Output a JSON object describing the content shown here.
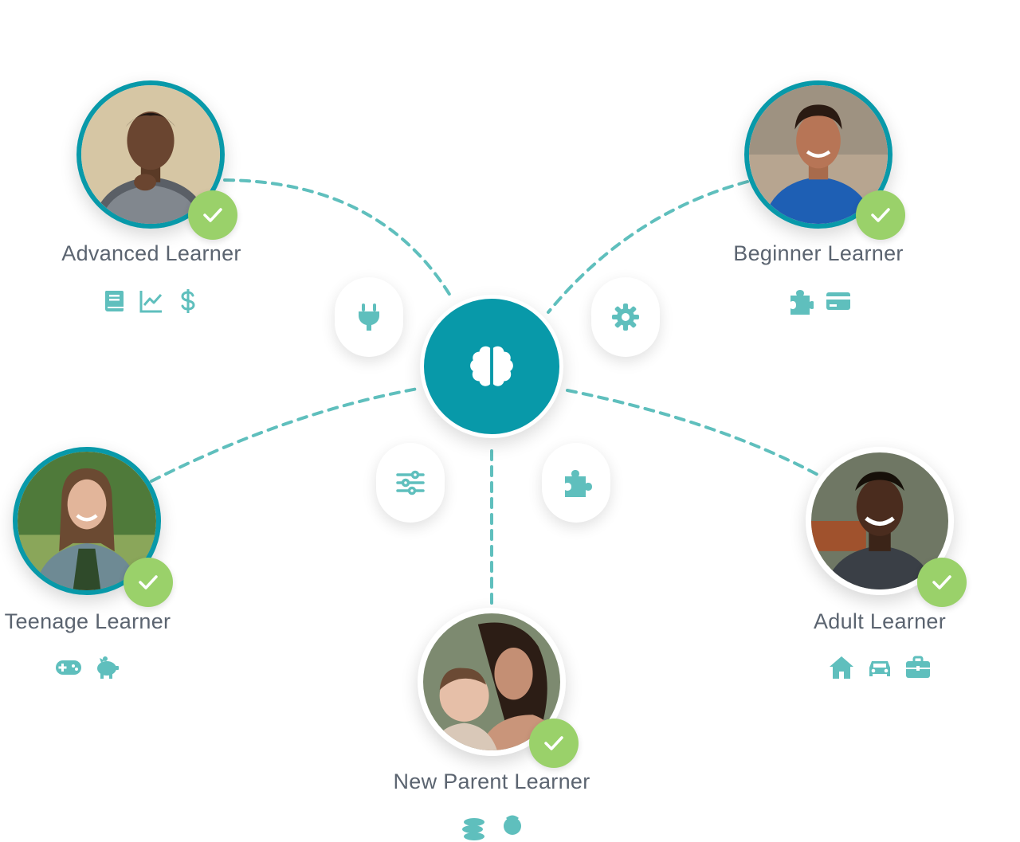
{
  "hub": {
    "icon": "brain-icon",
    "color": "#0899a9"
  },
  "tools": [
    {
      "icon": "plug-icon"
    },
    {
      "icon": "gear-icon"
    },
    {
      "icon": "sliders-icon"
    },
    {
      "icon": "puzzle-icon"
    }
  ],
  "learners": {
    "advanced": {
      "name": "Advanced Learner",
      "verified": true,
      "icons": [
        "book-icon",
        "chart-line-icon",
        "dollar-icon"
      ]
    },
    "beginner": {
      "name": "Beginner Learner",
      "verified": true,
      "icons": [
        "puzzle-icon",
        "credit-card-icon"
      ]
    },
    "teenage": {
      "name": "Teenage Learner",
      "verified": true,
      "icons": [
        "gamepad-icon",
        "piggy-bank-icon"
      ]
    },
    "adult": {
      "name": "Adult Learner",
      "verified": true,
      "icons": [
        "home-icon",
        "car-icon",
        "briefcase-icon"
      ]
    },
    "newparent": {
      "name": "New Parent Learner",
      "verified": true,
      "icons": [
        "coins-icon",
        "baby-icon"
      ]
    }
  },
  "colors": {
    "accent": "#0899a9",
    "icon": "#5fbfbd",
    "check": "#9ad16a",
    "label": "#5b6470"
  }
}
